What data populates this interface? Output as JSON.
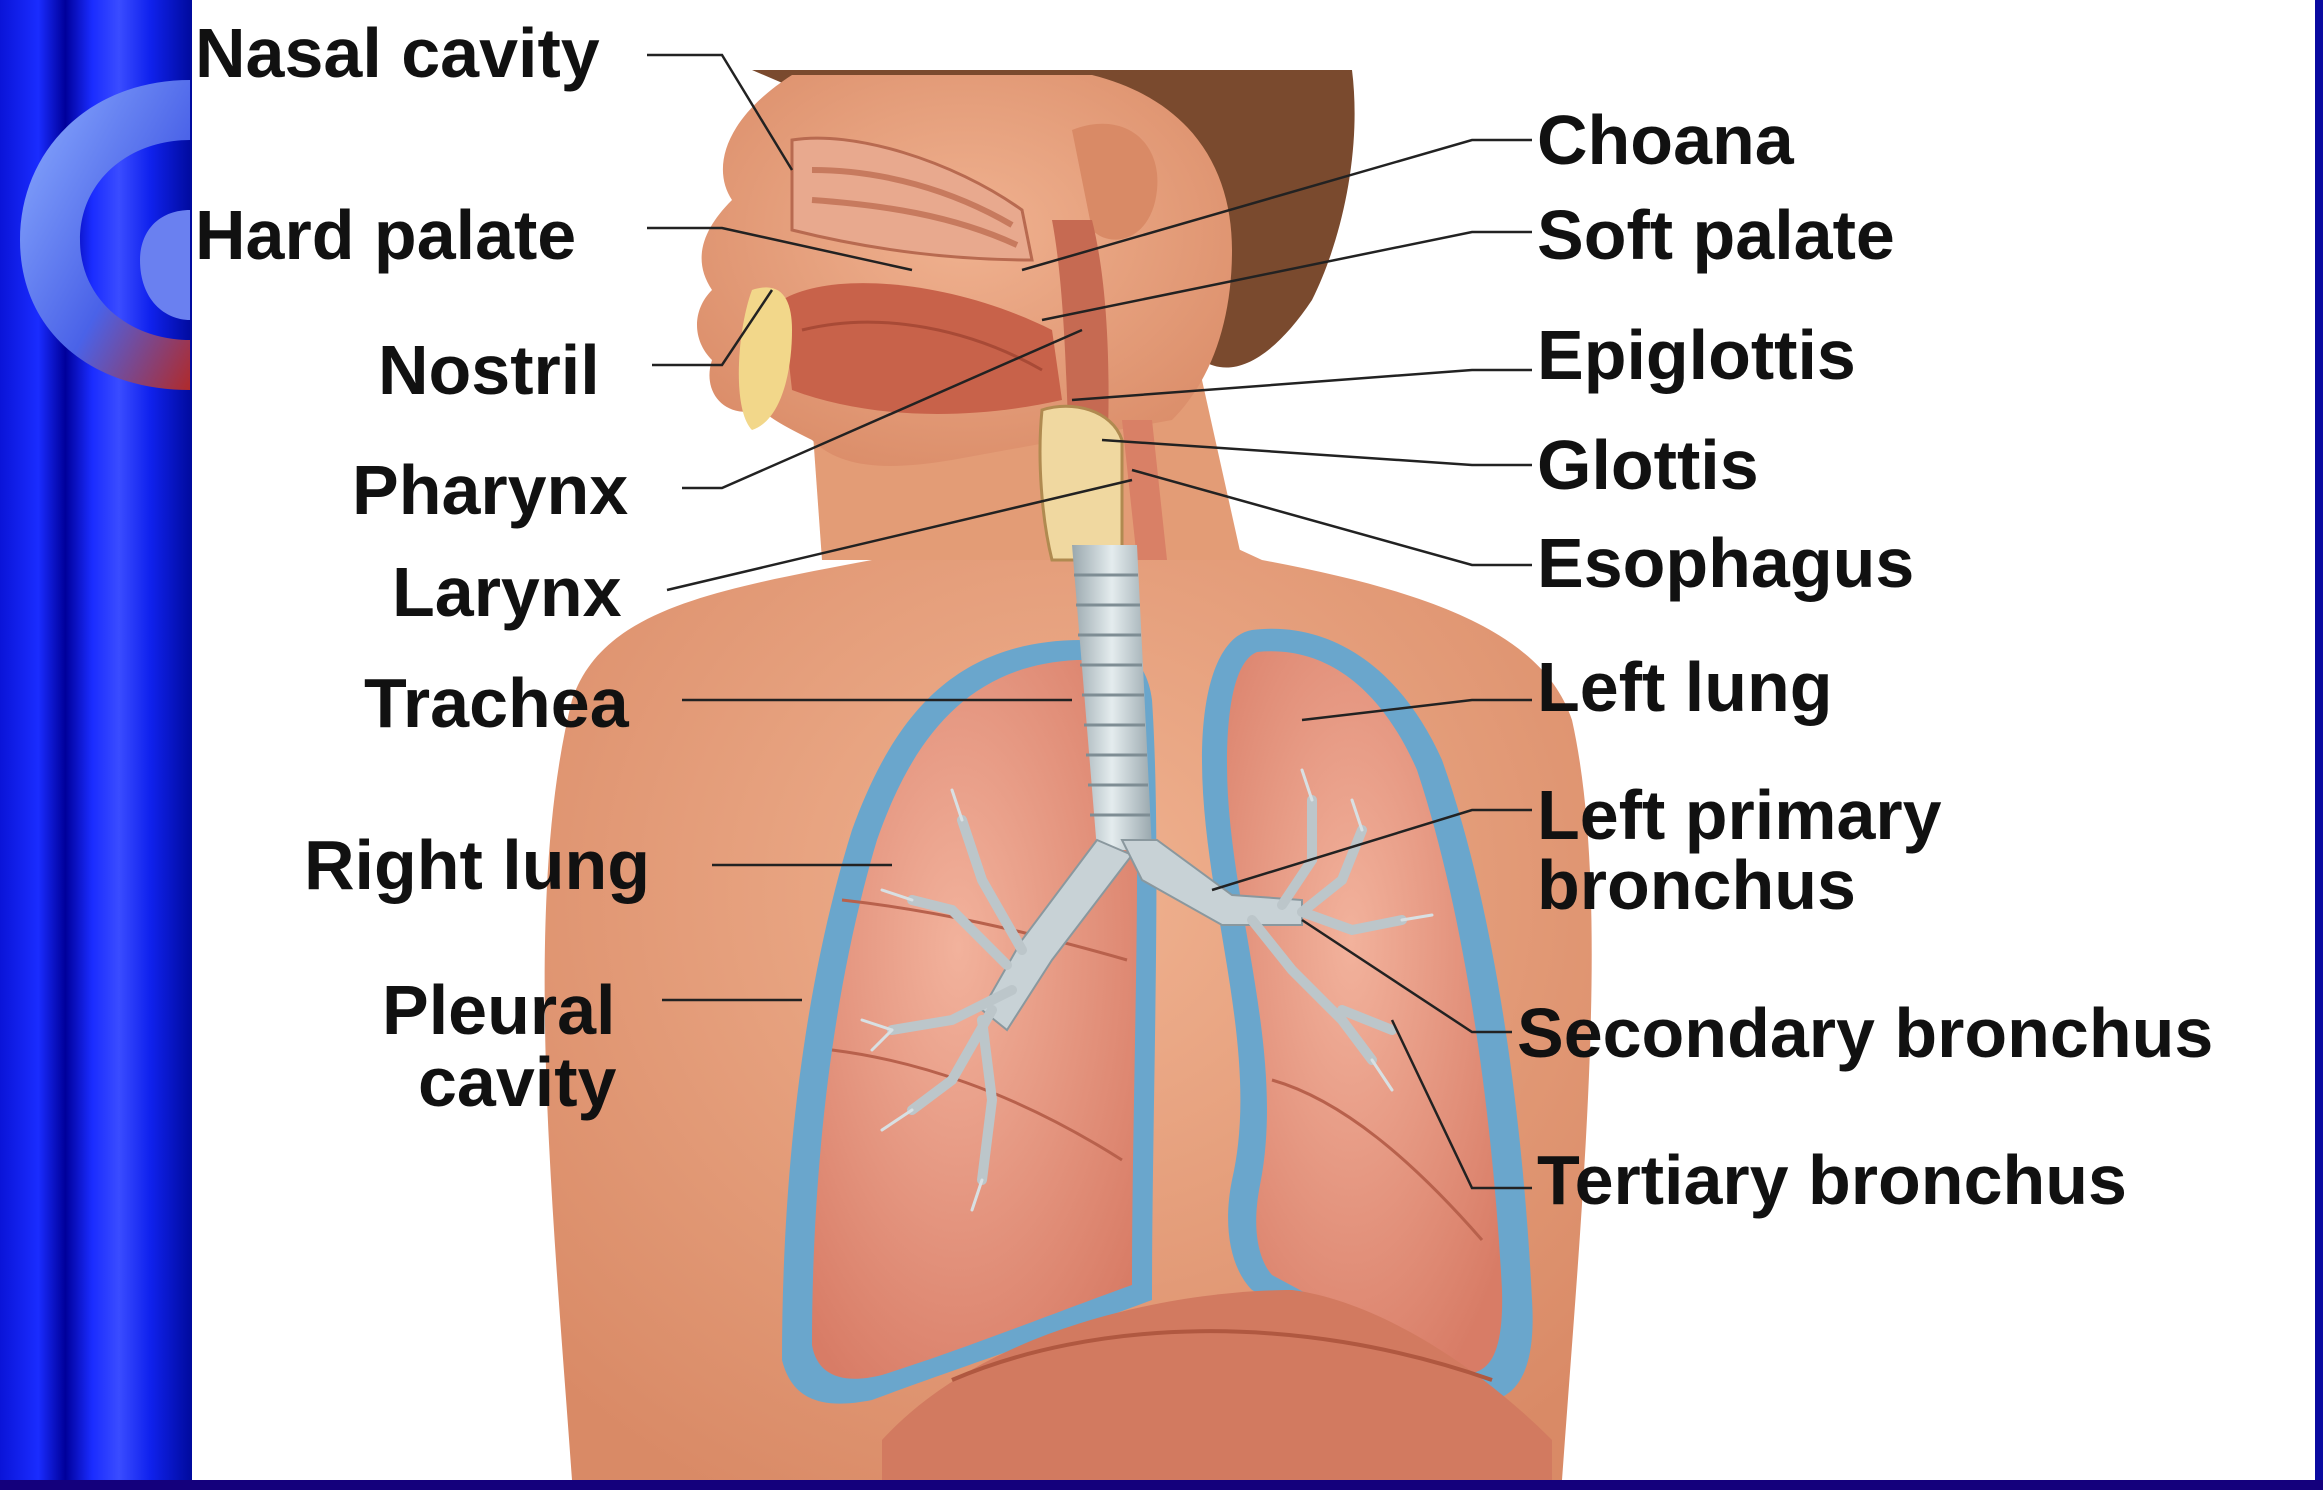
{
  "labels_left": {
    "nasal_cavity": "Nasal cavity",
    "hard_palate": "Hard palate",
    "nostril": "Nostril",
    "pharynx": "Pharynx",
    "larynx": "Larynx",
    "trachea": "Trachea",
    "right_lung": "Right lung",
    "pleural_cavity_1": "Pleural",
    "pleural_cavity_2": "cavity"
  },
  "labels_right": {
    "choana": "Choana",
    "soft_palate": "Soft palate",
    "epiglottis": "Epiglottis",
    "glottis": "Glottis",
    "esophagus": "Esophagus",
    "left_lung": "Left lung",
    "left_primary_bronchus_1": "Left primary",
    "left_primary_bronchus_2": "bronchus",
    "secondary_bronchus": "Secondary bronchus",
    "tertiary_bronchus": "Tertiary bronchus"
  },
  "colors": {
    "background_blue": "#1a2cff",
    "skin": "#e8a07a",
    "lung": "#e48f76",
    "pleura": "#5f9fc8",
    "airway": "#c8d2d6",
    "hair": "#7a4a2e"
  }
}
